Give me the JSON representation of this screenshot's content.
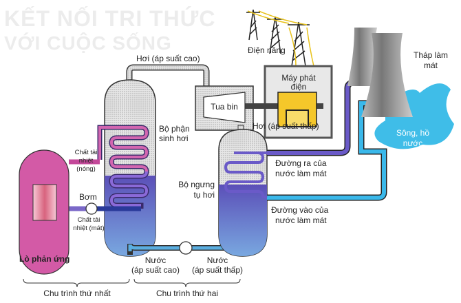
{
  "watermark": {
    "line1": "KẾT NỐI TRI THỨC",
    "line2": "VỚI CUỘC SỐNG"
  },
  "labels": {
    "electricity": "Điện năng",
    "steam_high": "Hơi (áp suất cao)",
    "generator": [
      "Máy phát",
      "điện"
    ],
    "cooling_tower": [
      "Tháp làm",
      "mát"
    ],
    "turbine": "Tua bin",
    "steam_low": "Hơi (áp suất thấp)",
    "steam_generator": [
      "Bộ phận",
      "sinh hơi"
    ],
    "river": [
      "Sông, hồ",
      "nước"
    ],
    "hot_coolant": [
      "Chất tải",
      "nhiệt",
      "(nóng)"
    ],
    "outlet": [
      "Đường ra của",
      "nước làm mát"
    ],
    "condenser": [
      "Bộ ngưng",
      "tụ hơi"
    ],
    "pump": "Bơm",
    "cold_coolant": [
      "Chất tải",
      "nhiệt (mát)"
    ],
    "inlet": [
      "Đường vào của",
      "nước làm mát"
    ],
    "reactor": "Lò phản ứng",
    "water_high": [
      "Nước",
      "(áp suất cao)"
    ],
    "water_low": [
      "Nước",
      "(áp suất thấp)"
    ],
    "cycle1": "Chu trình thứ nhất",
    "cycle2": "Chu trình thứ hai"
  },
  "colors": {
    "reactor": "#d35aa6",
    "hot_loop": "#c4489a",
    "water": "#5aaee0",
    "steam_fill": "#e3e3e3",
    "vessel_water": "#6a63c0",
    "generator_core": "#f5c72a",
    "river": "#3fbde8",
    "tower": "#8a8a8a"
  }
}
